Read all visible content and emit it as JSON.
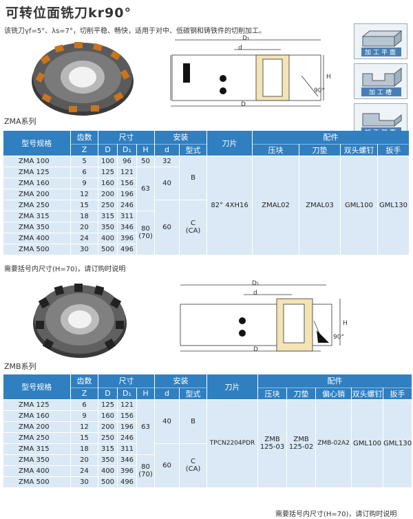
{
  "title": "可转位面铣刀kr90°",
  "description": "该铣刀γf=5°、λs=7°，切削平稳、畅快，适用于对中、低碳钢和铸铁件的切削加工。",
  "icons": {
    "face": "加工平面",
    "slot": "加工槽",
    "side": "加工侧面"
  },
  "drawing_labels": {
    "d1": "D₁",
    "d": "d",
    "D": "D",
    "H": "H",
    "angle": "90°"
  },
  "zma": {
    "series_label": "ZMA系列",
    "headers": {
      "model": "型号规格",
      "teeth": "齿数",
      "teeth_sub": "Z",
      "size": "尺寸",
      "D": "D",
      "D1": "D₁",
      "H": "H",
      "install": "安装",
      "d": "d",
      "type": "型式",
      "blade": "刀片",
      "parts": "配件",
      "clamp": "压块",
      "shim": "刀垫",
      "screw": "双头螺钉",
      "wrench": "扳手"
    },
    "rows": [
      [
        "ZMA 100",
        "5",
        "100",
        "96"
      ],
      [
        "ZMA 125",
        "6",
        "125",
        "121"
      ],
      [
        "ZMA 160",
        "9",
        "160",
        "156"
      ],
      [
        "ZMA 200",
        "12",
        "200",
        "196"
      ],
      [
        "ZMA 250",
        "15",
        "250",
        "246"
      ],
      [
        "ZMA 315",
        "18",
        "315",
        "311"
      ],
      [
        "ZMA 350",
        "20",
        "350",
        "346"
      ],
      [
        "ZMA 400",
        "24",
        "400",
        "396"
      ],
      [
        "ZMA 500",
        "30",
        "500",
        "496"
      ]
    ],
    "H_values": [
      "50",
      "63",
      "80",
      "(70)"
    ],
    "d_values": [
      "32",
      "40",
      "60"
    ],
    "type_values": [
      "B",
      "C",
      "(CA)"
    ],
    "blade": "82° 4XH16",
    "clamp": "ZMAL02",
    "shim": "ZMAL03",
    "screw": "GML100",
    "wrench": "GML130",
    "note": "需要括号内尺寸(H=70)，请订购时说明"
  },
  "zmb": {
    "series_label": "ZMB系列",
    "headers": {
      "model": "型号规格",
      "teeth": "齿数",
      "teeth_sub": "Z",
      "size": "尺寸",
      "D": "D",
      "D1": "D₁",
      "H": "H",
      "install": "安装",
      "d": "d",
      "type": "型式",
      "blade": "刀片",
      "parts": "配件",
      "clamp": "压块",
      "shim": "刀垫",
      "pin": "偏心销",
      "screw": "双头螺钉",
      "wrench": "扳手"
    },
    "rows": [
      [
        "ZMA 125",
        "6",
        "125",
        "121"
      ],
      [
        "ZMA 160",
        "9",
        "160",
        "156"
      ],
      [
        "ZMA 200",
        "12",
        "200",
        "196"
      ],
      [
        "ZMA 250",
        "15",
        "250",
        "246"
      ],
      [
        "ZMA 315",
        "18",
        "315",
        "311"
      ],
      [
        "ZMA 350",
        "20",
        "350",
        "346"
      ],
      [
        "ZMA 400",
        "24",
        "400",
        "396"
      ],
      [
        "ZMA 500",
        "30",
        "500",
        "496"
      ]
    ],
    "H_values": [
      "63",
      "80",
      "(70)"
    ],
    "d_values": [
      "40",
      "60"
    ],
    "type_values": [
      "B",
      "C",
      "(CA)"
    ],
    "blade": "TPCN2204PDR",
    "clamp": [
      "ZMB",
      "125-03"
    ],
    "shim": [
      "ZMB",
      "125-02"
    ],
    "pin": "ZMB-02A2",
    "screw": "GML100",
    "wrench": "GML130",
    "note": "需要括号内尺寸(H=70)，请订购时说明"
  }
}
